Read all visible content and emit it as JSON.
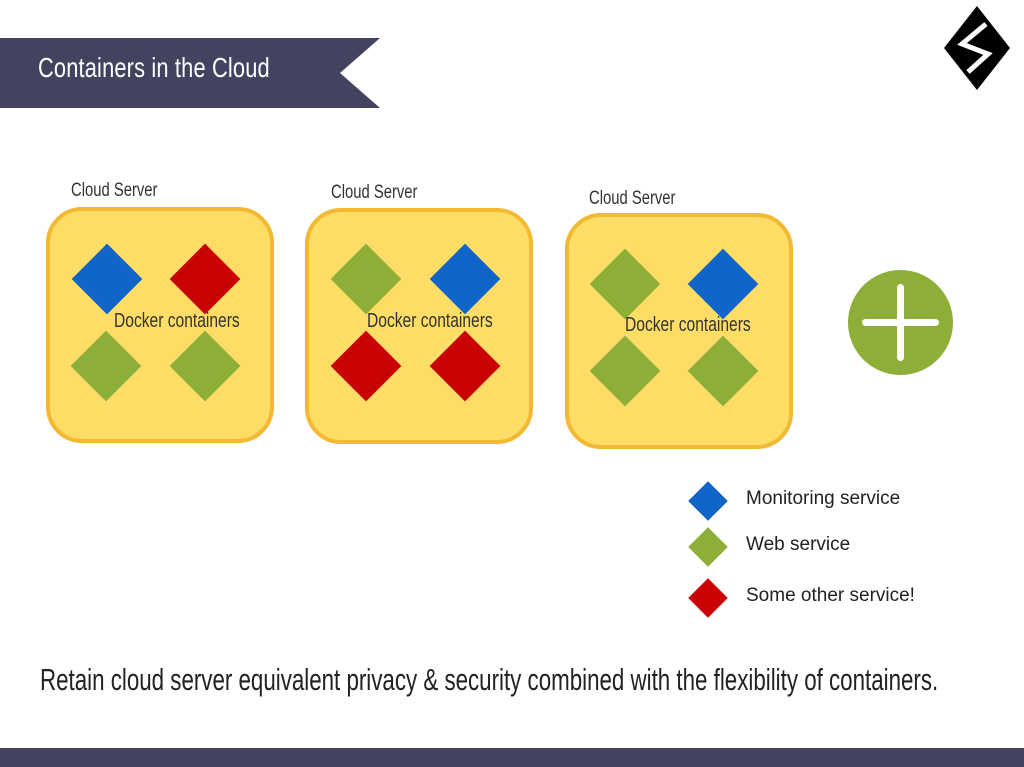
{
  "header": {
    "title": "Containers in the Cloud",
    "color": "#434360"
  },
  "logo": {
    "name": "brand-logo"
  },
  "servers": [
    {
      "label": "Cloud Server",
      "containers_label": "Docker containers",
      "containers": [
        "monitoring",
        "other",
        "web",
        "web"
      ]
    },
    {
      "label": "Cloud Server",
      "containers_label": "Docker containers",
      "containers": [
        "web",
        "monitoring",
        "other",
        "other"
      ]
    },
    {
      "label": "Cloud Server",
      "containers_label": "Docker containers",
      "containers": [
        "web",
        "monitoring",
        "web",
        "web"
      ]
    }
  ],
  "add_icon": "plus-icon",
  "legend": [
    {
      "key": "monitoring",
      "label": "Monitoring service",
      "color": "#1164c8"
    },
    {
      "key": "web",
      "label": "Web service",
      "color": "#8daf37"
    },
    {
      "key": "other",
      "label": "Some other service!",
      "color": "#c90303"
    }
  ],
  "colors": {
    "monitoring": "#1164c8",
    "web": "#8daf37",
    "other": "#c90303",
    "box_fill": "#fddd66",
    "box_border": "#f2b931"
  },
  "caption": "Retain cloud server equivalent privacy & security combined with the flexibility of containers."
}
